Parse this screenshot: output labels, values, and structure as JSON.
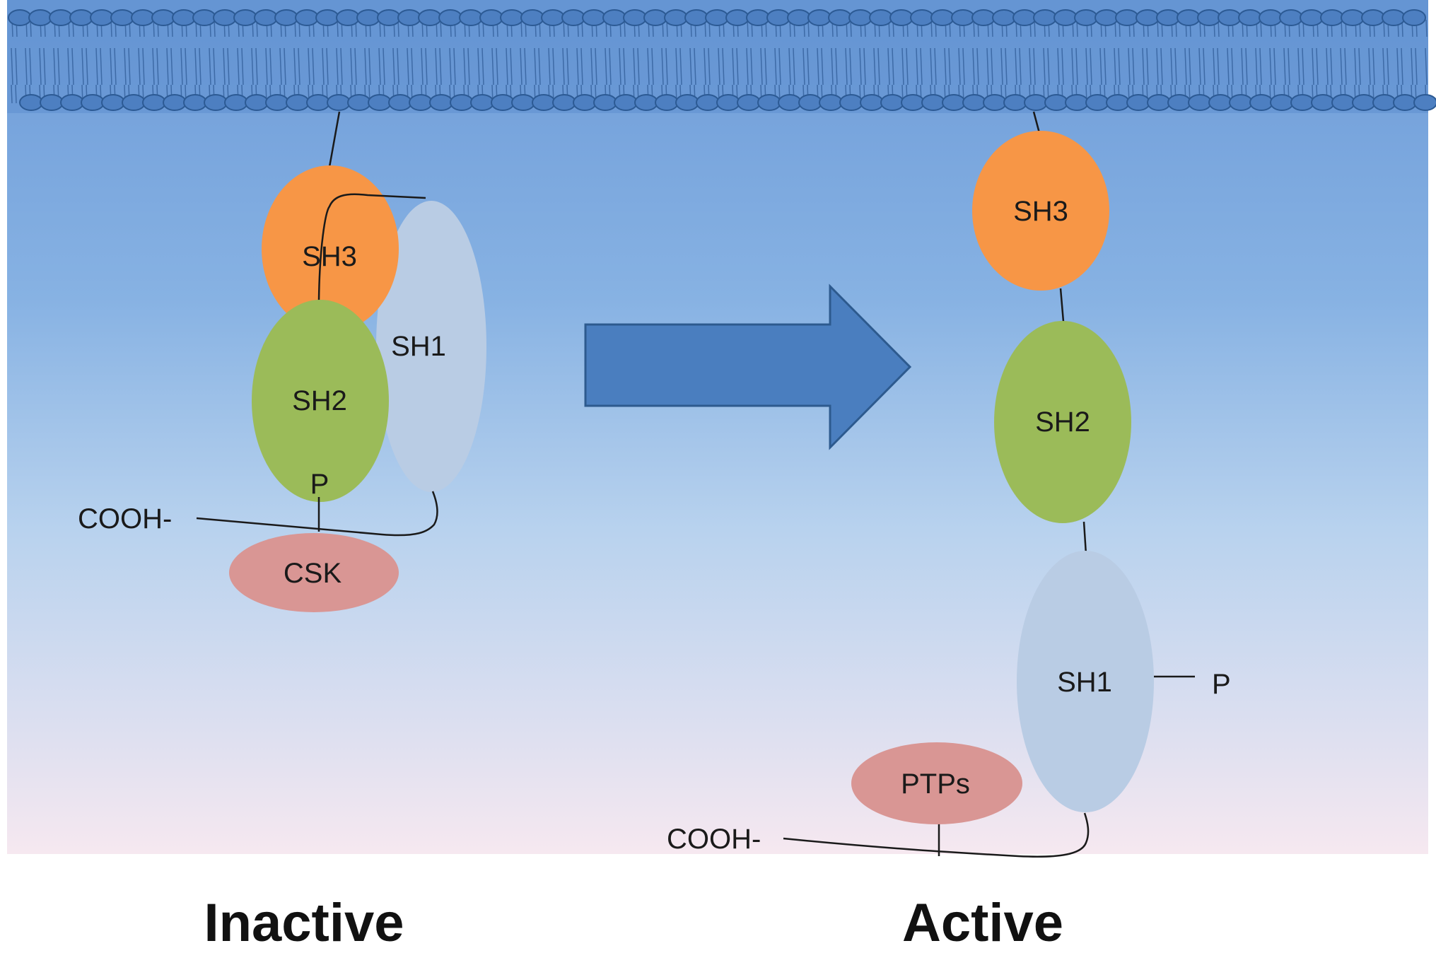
{
  "inactive": {
    "sh3": "SH3",
    "sh2": "SH2",
    "sh1": "SH1",
    "p": "P",
    "cooh": "COOH-",
    "csk": "CSK",
    "state_label": "Inactive"
  },
  "active": {
    "sh3": "SH3",
    "sh2": "SH2",
    "sh1": "SH1",
    "p": "P",
    "cooh": "COOH-",
    "ptps": "PTPs",
    "state_label": "Active"
  },
  "colors": {
    "sh3": "#f79646",
    "sh2": "#9bbb59",
    "sh1": "#b9cce4",
    "enzyme": "#d99694",
    "arrow": "#4f81bd",
    "membrane": "#4f81bd",
    "background_top": "#6a9ad6",
    "background_bottom": "#f4e6ee"
  }
}
